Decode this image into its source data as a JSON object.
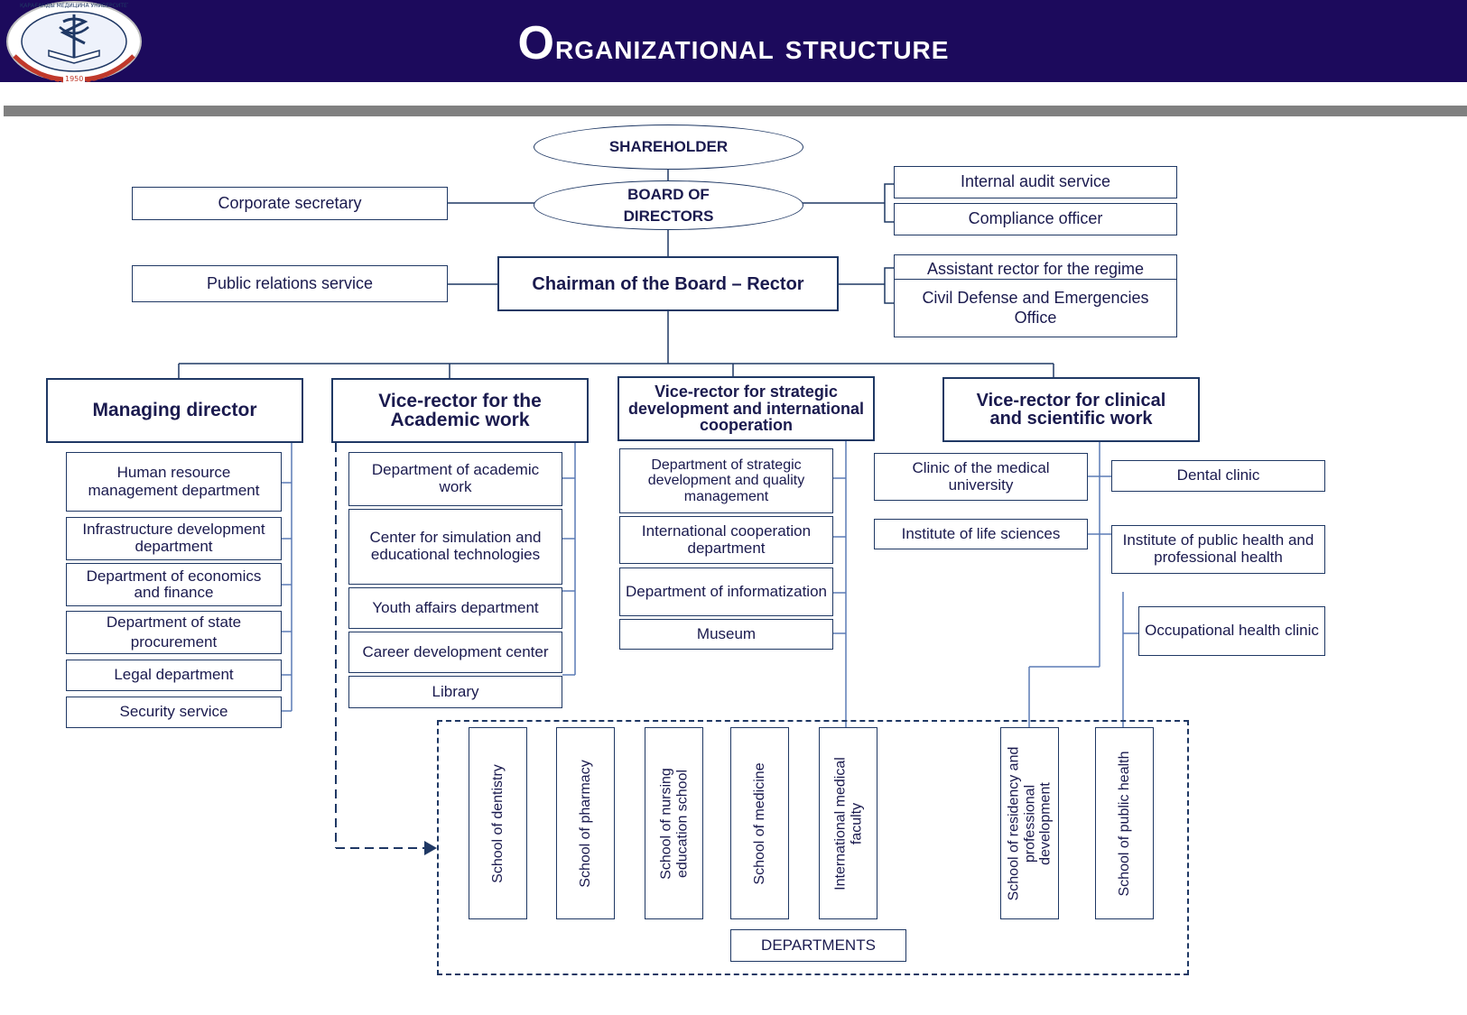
{
  "header": {
    "title": "Organizational structure",
    "logo": {
      "text_top": "ҚАРАҒАНДЫ МЕДИЦИНА УНИВЕРСИТЕТІ",
      "year": "1950"
    }
  },
  "top": {
    "shareholder": "SHAREHOLDER",
    "board": "BOARD OF DIRECTORS",
    "corporate_secretary": "Corporate secretary",
    "internal_audit": "Internal audit service",
    "compliance": "Compliance officer",
    "rector": "Chairman of the Board – Rector",
    "public_relations": "Public relations service",
    "assistant_rector": "Assistant rector for the regime",
    "civil_defense": "Civil Defense and Emergencies Office"
  },
  "branches": {
    "managing": {
      "head": "Managing director",
      "items": [
        "Human resource management department",
        "Infrastructure development department",
        "Department of economics and finance",
        "Department of state procurement",
        "Legal department",
        "Security service"
      ]
    },
    "academic": {
      "head": "Vice-rector for the Academic work",
      "items": [
        "Department of academic work",
        "Center for simulation and educational technologies",
        "Youth affairs department",
        "Career development center",
        "Library"
      ]
    },
    "strategic": {
      "head": "Vice-rector for strategic development and international cooperation",
      "items": [
        "Department of strategic development and quality management",
        "International cooperation department",
        "Department of informatization",
        "Museum"
      ]
    },
    "clinical": {
      "head": "Vice-rector for clinical and scientific work",
      "items": [
        "Clinic of the medical university",
        "Institute of life sciences",
        "Dental clinic",
        "Institute of public health and professional health",
        "Occupational health clinic"
      ]
    }
  },
  "schools": [
    "School of dentistry",
    "School of pharmacy",
    "School of nursing education school",
    "School of medicine",
    "International medical faculty",
    "School of residency and professional development",
    "School of public health"
  ],
  "departments_label": "DEPARTMENTS",
  "colors": {
    "header_bg": "#1c0a5c",
    "line": "#1f3864",
    "sub_line": "#5b7bb5",
    "rule": "#808080"
  }
}
